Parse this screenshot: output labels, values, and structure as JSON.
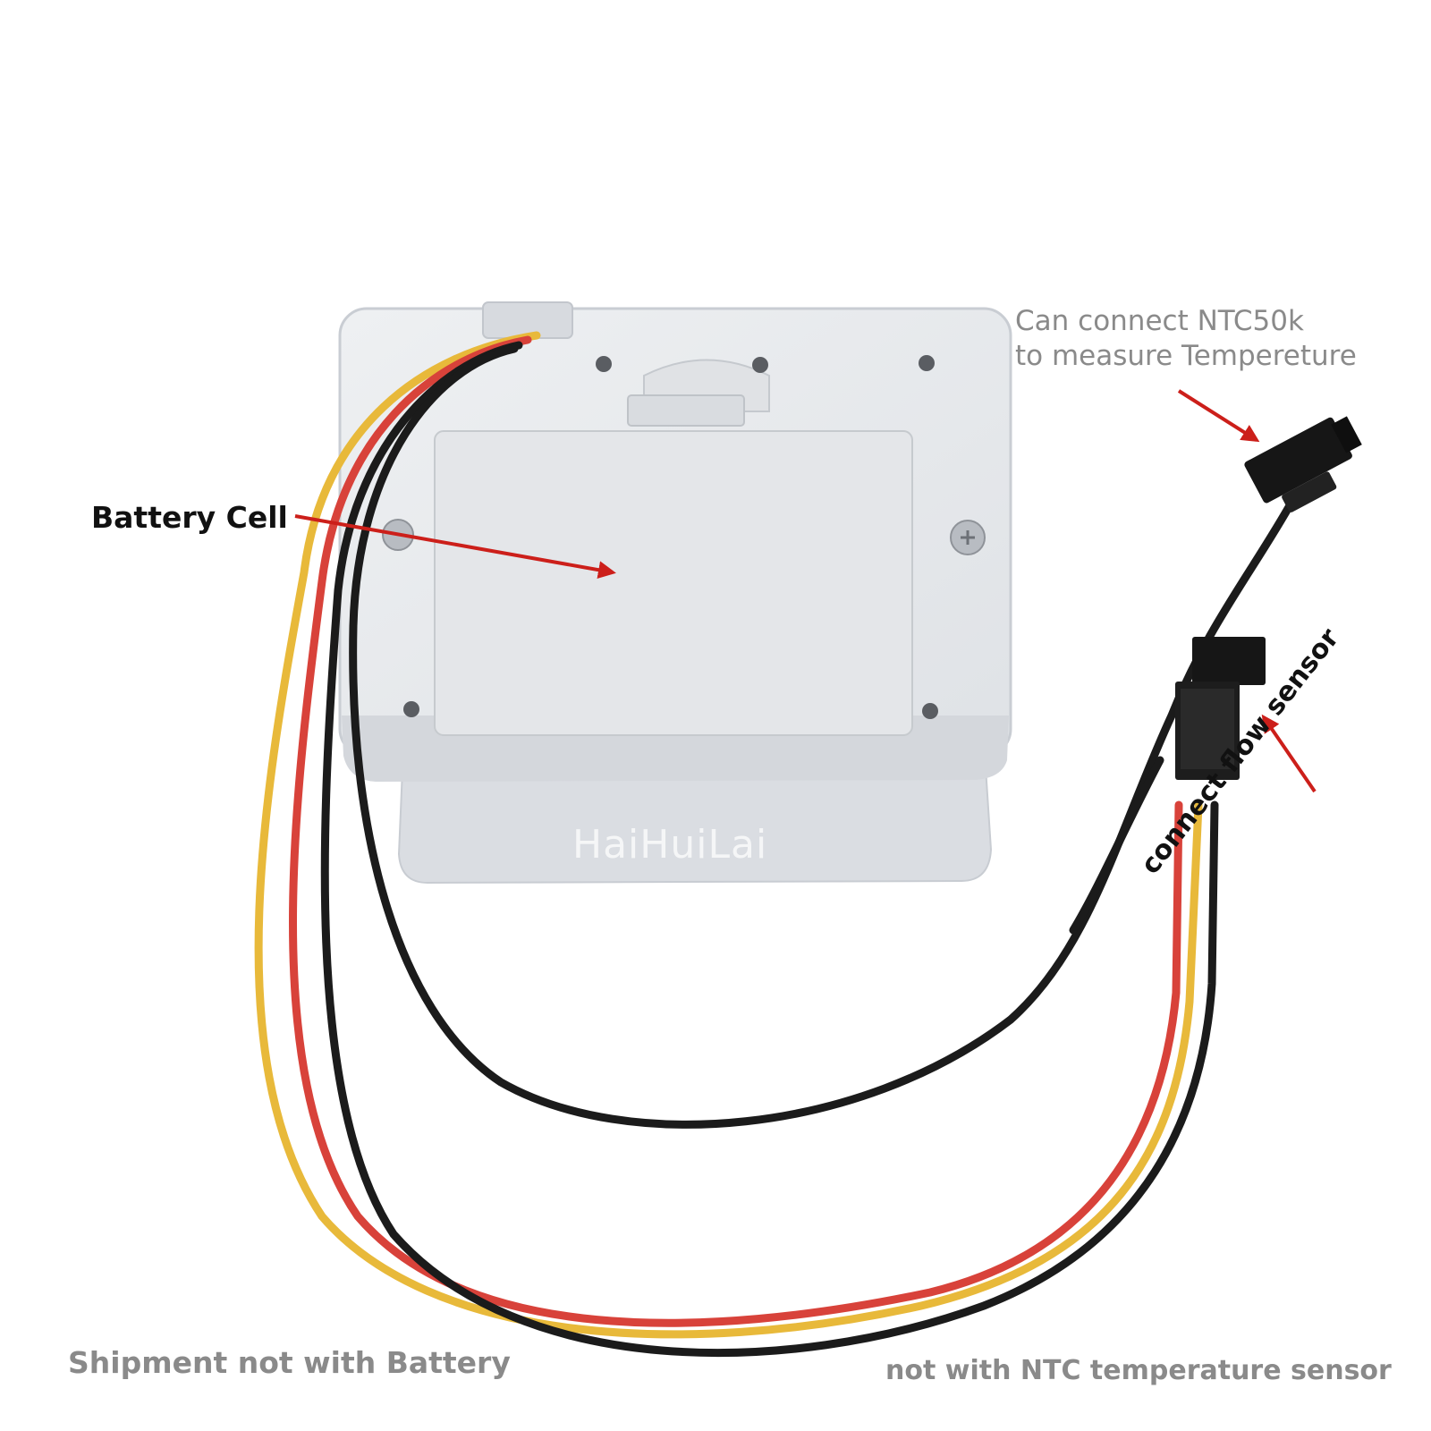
{
  "labels": {
    "battery_cell": "Battery Cell",
    "ntc_line1": "Can connect NTC50k",
    "ntc_line2": "to measure Tempereture",
    "flow_sensor": "connect flow sensor",
    "shipment_note": "Shipment not with Battery",
    "ntc_note": "not with NTC temperature sensor",
    "watermark": "HaiHuiLai"
  },
  "colors": {
    "arrow": "#cc1f1a",
    "case_light": "#e8eaed",
    "case_dark": "#d2d5da",
    "wire_black": "#1b1b1b",
    "wire_red": "#d8423a",
    "wire_yellow": "#e8b93a"
  }
}
